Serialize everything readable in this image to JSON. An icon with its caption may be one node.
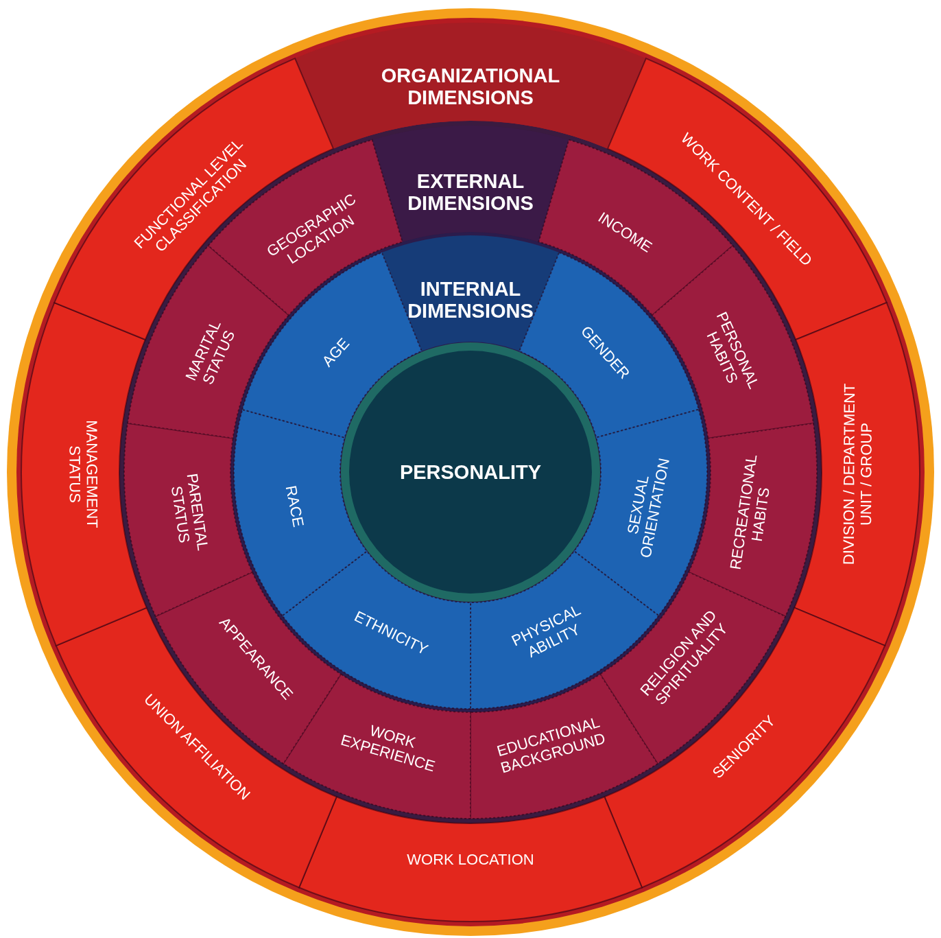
{
  "diagram": {
    "nodes": [
      {
        "text": [
          "ORGANIZATIONAL DIMENSIONS"
        ]
      },
      {
        "text": [
          "WORK CONTENT / FIELD"
        ]
      },
      {
        "text": [
          "DIVISION / DEPARTMENT UNIT / GROUP"
        ]
      },
      {
        "text": [
          "SENIORITY"
        ]
      },
      {
        "text": [
          "WORK LOCATION"
        ]
      },
      {
        "text": [
          "UNION AFFILIATION"
        ]
      },
      {
        "text": [
          "MANAGEMENT STATUS"
        ]
      },
      {
        "text": [
          "FUNCTIONAL LEVEL CLASSIFICATION"
        ]
      },
      {
        "text": [
          "EXTERNAL DIMENSIONS"
        ]
      },
      {
        "text": [
          "INCOME"
        ]
      },
      {
        "text": [
          "PERSONAL HABITS"
        ]
      },
      {
        "text": [
          "RECREATIONAL HABITS"
        ]
      },
      {
        "text": [
          "RELIGION AND SPIRITUALITY"
        ]
      },
      {
        "text": [
          "EDUCATIONAL BACKGROUND"
        ]
      },
      {
        "text": [
          "WORK EXPERIENCE"
        ]
      },
      {
        "text": [
          "APPEARANCE"
        ]
      },
      {
        "text": [
          "PARENTAL STATUS"
        ]
      },
      {
        "text": [
          "MARITAL STATUS"
        ]
      },
      {
        "text": [
          "GEOGRAPHIC LOCATION"
        ]
      },
      {
        "text": [
          "INTERNAL DIMENSIONS"
        ]
      },
      {
        "text": [
          "GENDER"
        ]
      },
      {
        "text": [
          "SEXUAL ORIENTATION"
        ]
      },
      {
        "text": [
          "PHYSICAL ABILITY"
        ]
      },
      {
        "text": [
          "ETHNICITY"
        ]
      },
      {
        "text": [
          "RACE"
        ]
      },
      {
        "text": [
          "AGE"
        ]
      },
      {
        "text": [
          "PERSONALITY"
        ]
      }
    ]
  }
}
